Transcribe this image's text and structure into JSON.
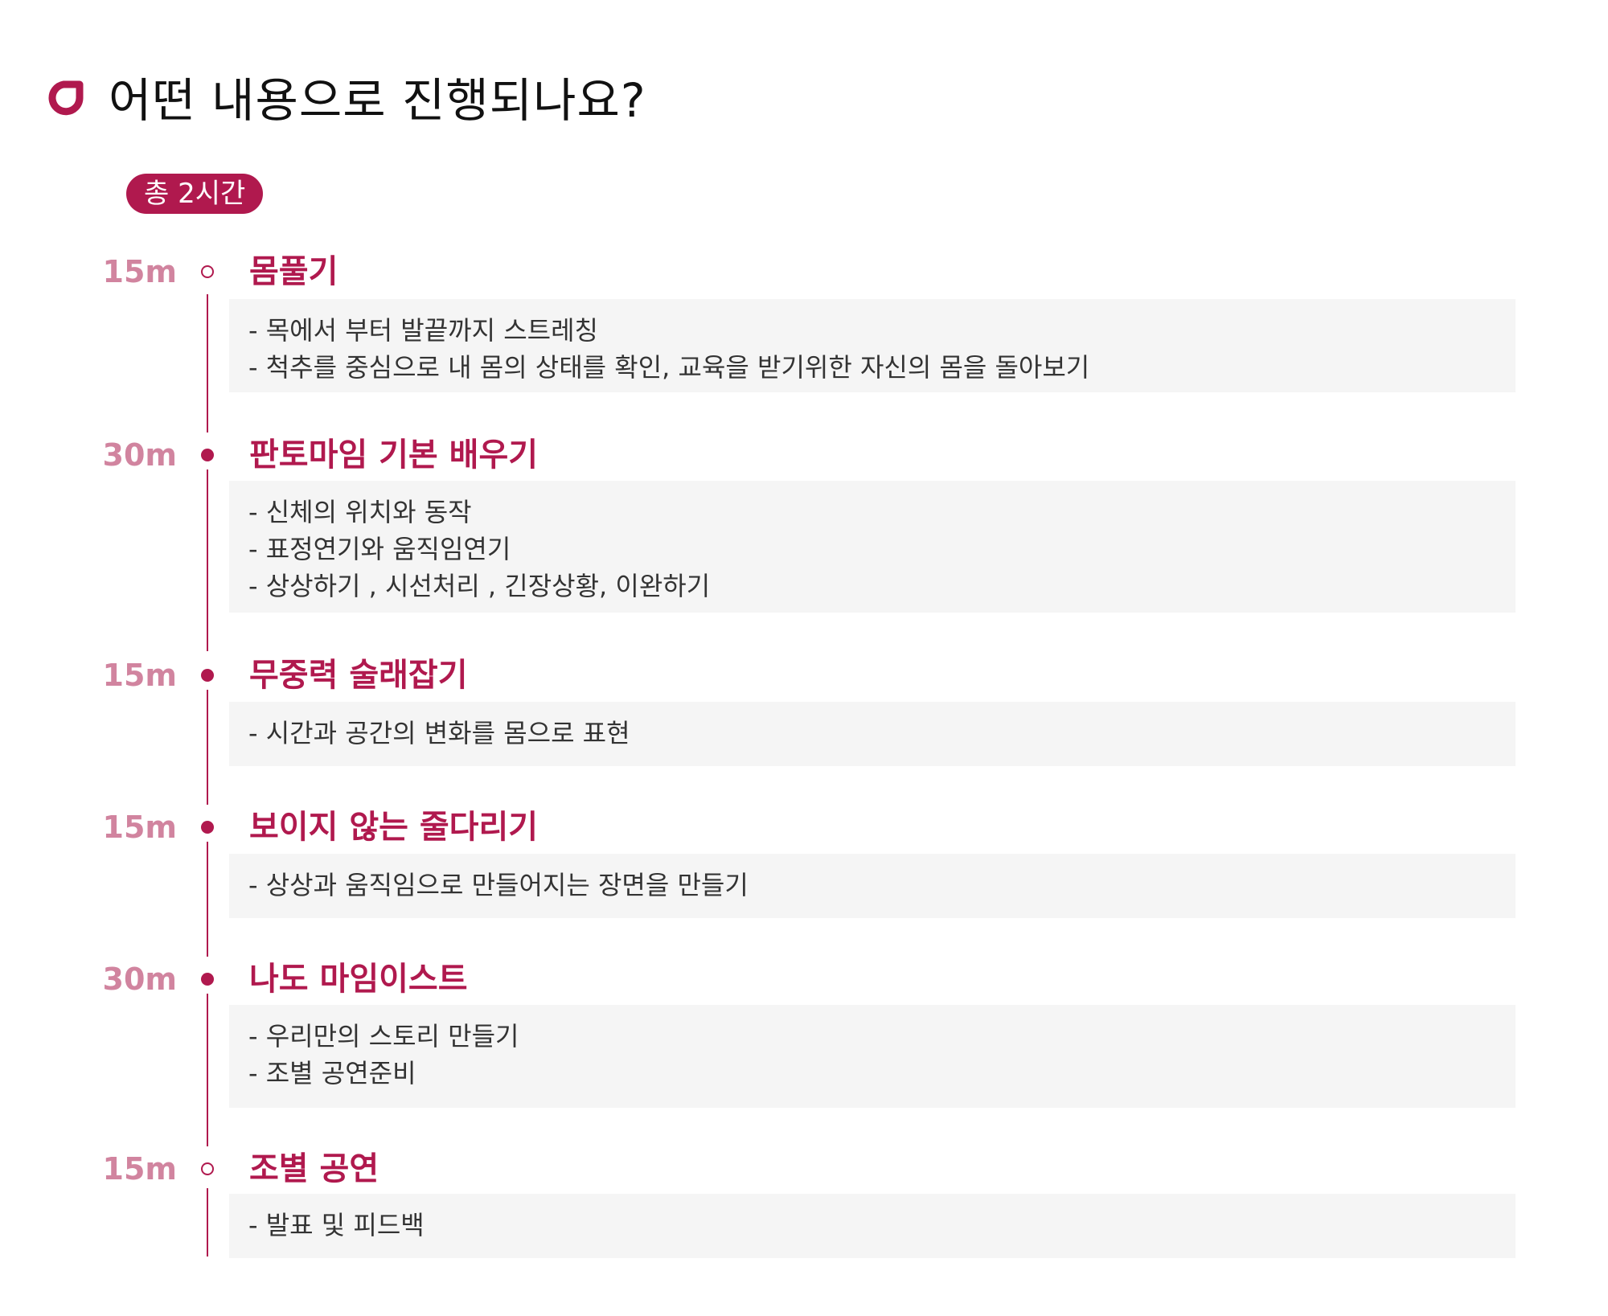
{
  "header": {
    "title": "어떤 내용으로 진행되나요?",
    "icon": "logo-mark-icon"
  },
  "total": "총 2시간",
  "accent_color": "#b0194e",
  "duration_color": "#d1849f",
  "sections": [
    {
      "duration": "15m",
      "title": "몸풀기",
      "marker": "hollow",
      "lines": [
        "- 목에서 부터 발끝까지 스트레칭",
        "- 척추를 중심으로 내 몸의 상태를 확인, 교육을 받기위한 자신의 몸을 돌아보기"
      ]
    },
    {
      "duration": "30m",
      "title": "판토마임 기본 배우기",
      "marker": "filled",
      "lines": [
        "- 신체의 위치와 동작",
        "- 표정연기와 움직임연기",
        "- 상상하기 , 시선처리 , 긴장상황, 이완하기"
      ]
    },
    {
      "duration": "15m",
      "title": "무중력 술래잡기",
      "marker": "filled",
      "lines": [
        "- 시간과 공간의 변화를 몸으로 표현"
      ]
    },
    {
      "duration": "15m",
      "title": "보이지 않는 줄다리기",
      "marker": "filled",
      "lines": [
        "- 상상과 움직임으로 만들어지는 장면을 만들기"
      ]
    },
    {
      "duration": "30m",
      "title": "나도 마임이스트",
      "marker": "filled",
      "lines": [
        "- 우리만의 스토리 만들기",
        "- 조별 공연준비"
      ]
    },
    {
      "duration": "15m",
      "title": "조별 공연",
      "marker": "hollow",
      "lines": [
        "- 발표 및 피드백"
      ]
    }
  ]
}
